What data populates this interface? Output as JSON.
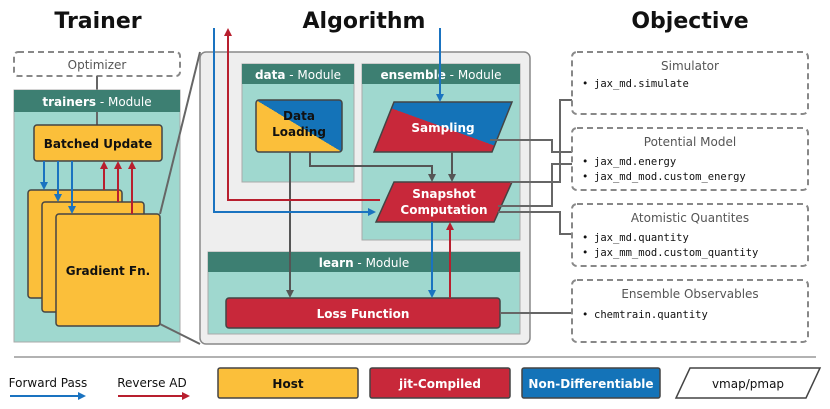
{
  "headers": {
    "trainer": "Trainer",
    "algorithm": "Algorithm",
    "objective": "Objective"
  },
  "trainer": {
    "optimizer": "Optimizer",
    "module_bold": "trainers",
    "module_suffix": " - Module",
    "batched_update": "Batched Update",
    "gradient": "Gradient Fn."
  },
  "algorithm": {
    "data_module_bold": "data",
    "data_module_suffix": " - Module",
    "data_loading_1": "Data",
    "data_loading_2": "Loading",
    "ensemble_module_bold": "ensemble",
    "ensemble_module_suffix": " - Module",
    "sampling": "Sampling",
    "snapshot_1": "Snapshot",
    "snapshot_2": "Computation",
    "learn_module_bold": "learn",
    "learn_module_suffix": " - Module",
    "loss": "Loss Function"
  },
  "objective": {
    "boxes": [
      {
        "title": "Simulator",
        "items": [
          "jax_md.simulate"
        ]
      },
      {
        "title": "Potential Model",
        "items": [
          "jax_md.energy",
          "jax_md_mod.custom_energy"
        ]
      },
      {
        "title": "Atomistic Quantites",
        "items": [
          "jax_md.quantity",
          "jax_mm_mod.custom_quantity"
        ]
      },
      {
        "title": "Ensemble Observables",
        "items": [
          "chemtrain.quantity"
        ]
      }
    ]
  },
  "legend": {
    "forward": "Forward Pass",
    "reverse": "Reverse AD",
    "host": "Host",
    "jit": "jit-Compiled",
    "nondiff": "Non-Differentiable",
    "vmap": "vmap/pmap"
  },
  "colors": {
    "teal_light": "#9fd8cf",
    "teal_dark": "#3d7f72",
    "host": "#fbbf3a",
    "jit": "#c8283a",
    "nondiff": "#1473b8",
    "forward": "#1a73c0",
    "reverse": "#b81f2e"
  }
}
